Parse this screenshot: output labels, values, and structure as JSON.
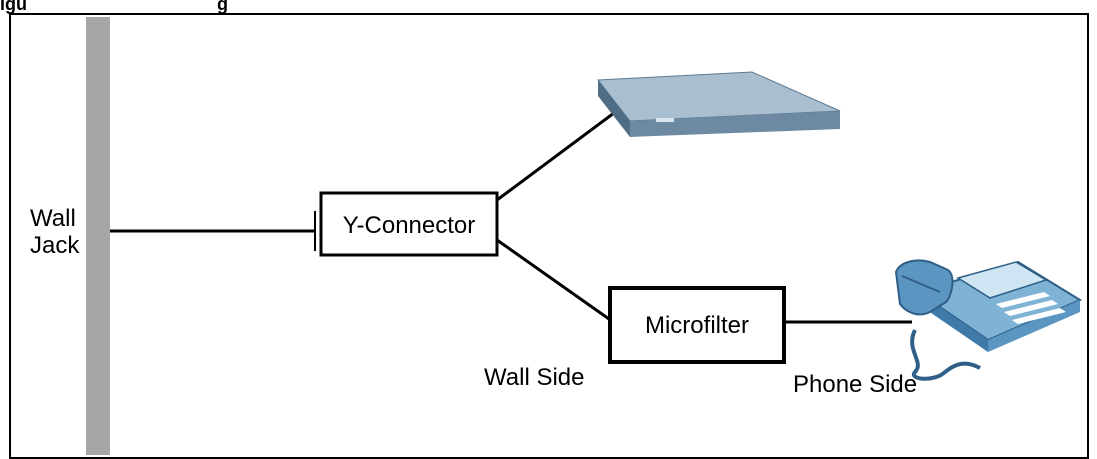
{
  "figure": {
    "caption_partial": "igu                                      g"
  },
  "labels": {
    "wall_jack_line1": "Wall",
    "wall_jack_line2": "Jack",
    "y_connector": "Y-Connector",
    "microfilter": "Microfilter",
    "wall_side": "Wall Side",
    "phone_side": "Phone Side"
  },
  "icons": {
    "router": "dsl-modem-router-icon",
    "phone": "telephone-icon"
  },
  "colors": {
    "wall_jack_bar": "#a6a6a6",
    "device_top": "#9fb6c8",
    "device_front": "#6d8aa2",
    "device_side": "#4f6d84",
    "phone_body": "#7fb3d6",
    "phone_dark": "#2f5f86"
  }
}
